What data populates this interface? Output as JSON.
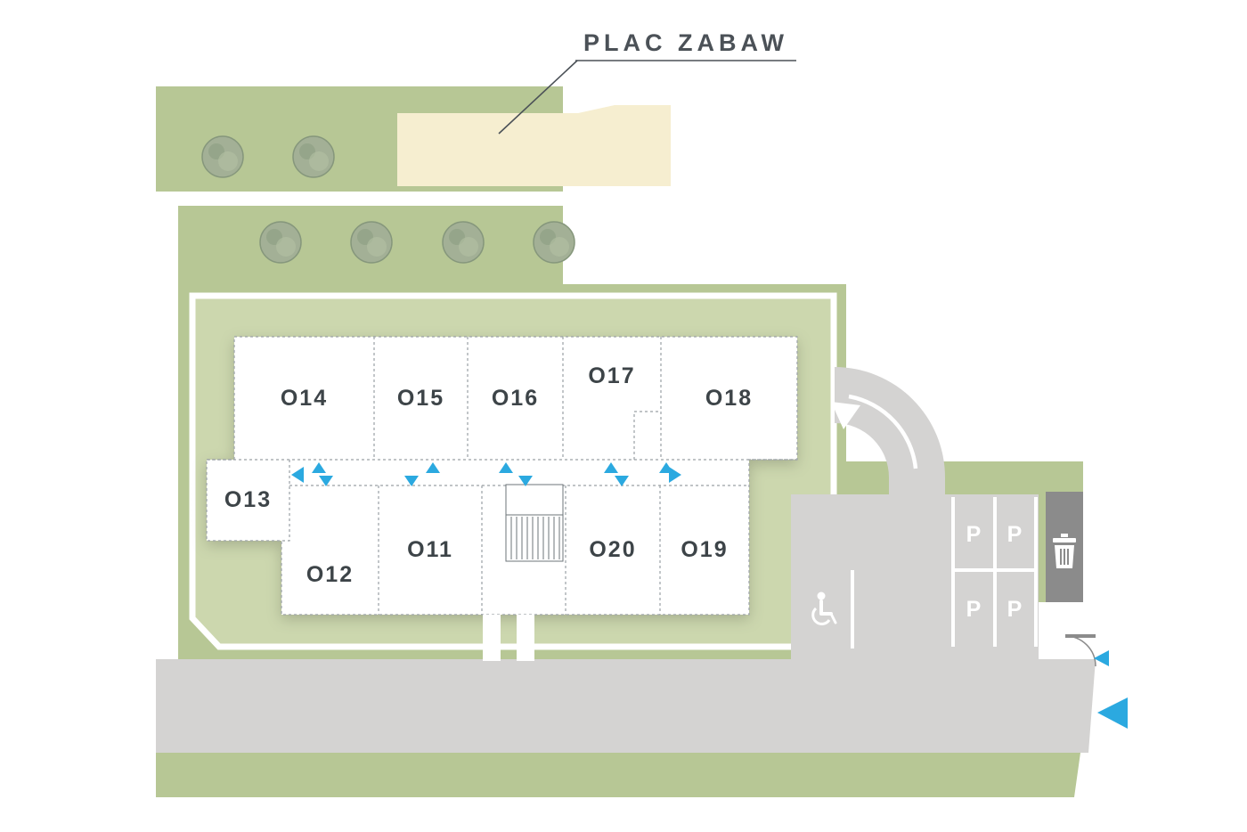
{
  "labels": {
    "playground": "PLAC ZABAW"
  },
  "units": [
    {
      "id": "o14",
      "label": "O14"
    },
    {
      "id": "o15",
      "label": "O15"
    },
    {
      "id": "o16",
      "label": "O16"
    },
    {
      "id": "o17",
      "label": "O17"
    },
    {
      "id": "o18",
      "label": "O18"
    },
    {
      "id": "o13",
      "label": "O13"
    },
    {
      "id": "o12",
      "label": "O12"
    },
    {
      "id": "o11",
      "label": "O11"
    },
    {
      "id": "o20",
      "label": "O20"
    },
    {
      "id": "o19",
      "label": "O19"
    }
  ],
  "parking": {
    "spot_labels": [
      "P",
      "P",
      "P",
      "P"
    ]
  },
  "icons": {
    "tree-icon": "circle-tree-shape",
    "wheelchair-icon": "wheelchair-symbol",
    "trash-icon": "trash-can-shape",
    "turn-arrow-icon": "curved-white-arrow",
    "entrance-arrow-icon": "blue-triangle",
    "gate-icon": "quarter-arc-door"
  },
  "colors": {
    "green": "#b7c795",
    "plot_green": "#ccd7ae",
    "playground_cream": "#f6eed0",
    "road_gray": "#d4d3d2",
    "container_gray": "#8b8b8b",
    "accent_blue": "#2ba9e0",
    "building_white": "#ffffff",
    "text_dark": "#3d4448"
  }
}
